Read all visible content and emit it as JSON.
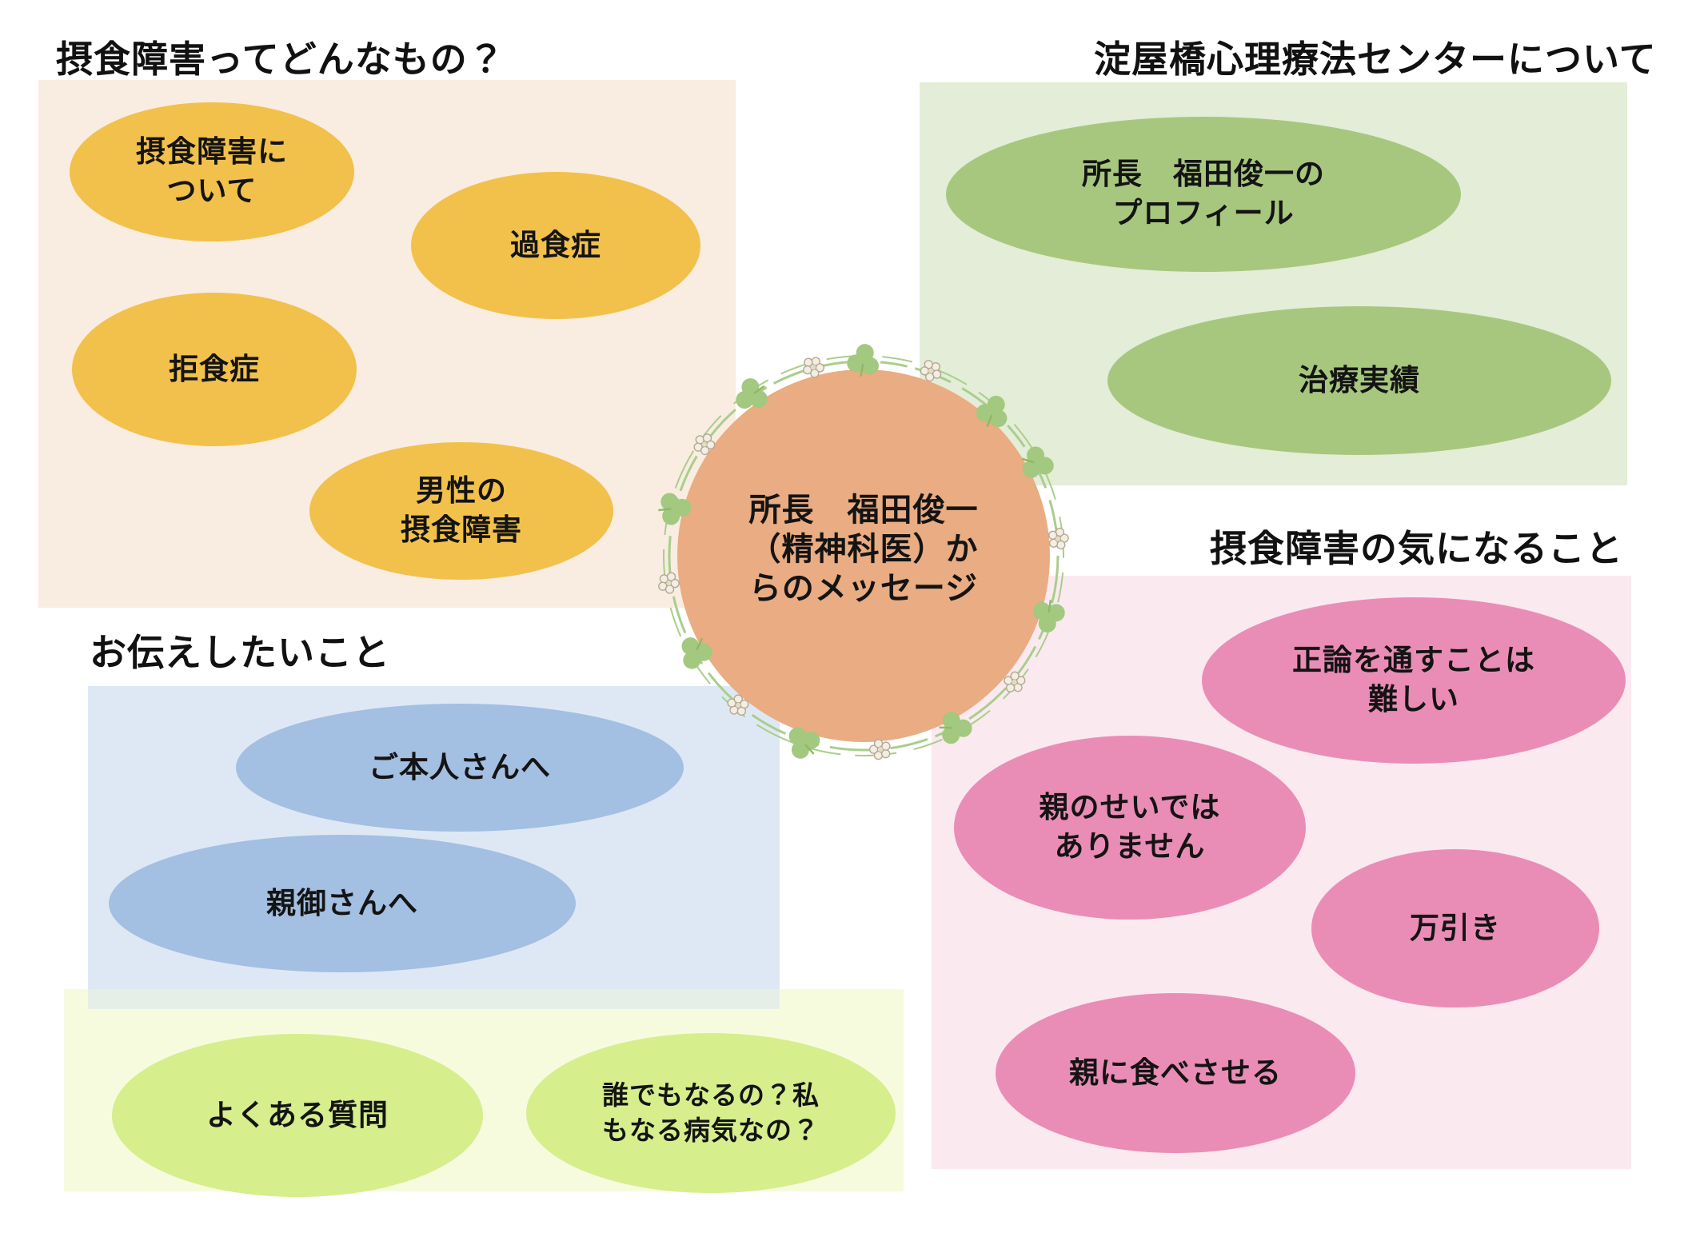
{
  "sections": {
    "what_is_eating_disorder": {
      "title": "摂食障害ってどんなもの？",
      "bg_color": "#F9ECE1",
      "bubble_color": "#F2C14B",
      "items": [
        {
          "label": "摂食障害に\nついて"
        },
        {
          "label": "過食症"
        },
        {
          "label": "拒食症"
        },
        {
          "label": "男性の\n摂食障害"
        }
      ]
    },
    "about_center": {
      "title": "淀屋橋心理療法センターについて",
      "bg_color": "#E3EDD8",
      "bubble_color": "#A7C77E",
      "items": [
        {
          "label": "所長　福田俊一の\nプロフィール"
        },
        {
          "label": "治療実績"
        }
      ]
    },
    "concerns": {
      "title": "摂食障害の気になること",
      "bg_color": "#FBE9F0",
      "bubble_color": "#EA8DB6",
      "items": [
        {
          "label": "正論を通すことは\n難しい"
        },
        {
          "label": "親のせいでは\nありません"
        },
        {
          "label": "万引き"
        },
        {
          "label": "親に食べさせる"
        }
      ]
    },
    "messages": {
      "title": "お伝えしたいこと",
      "bg_color": "#DEE8F5",
      "bubble_color": "#A3BFE1",
      "items": [
        {
          "label": "ご本人さんへ"
        },
        {
          "label": "親御さんへ"
        }
      ]
    },
    "faq": {
      "bg_color": "#F7FBDE",
      "bubble_color": "#D6EE8C",
      "items": [
        {
          "label": "よくある質問"
        },
        {
          "label": "誰でもなるの？私\nもなる病気なの？"
        }
      ]
    }
  },
  "center_badge": {
    "label": "所長　福田俊一\n（精神科医）か\nらのメッセージ",
    "circle_color": "#E9AC83",
    "wreath_leaf_color": "#A3C87F",
    "wreath_flower_color": "#F2EEE4",
    "wreath_vine_color": "#A9CE8C"
  }
}
